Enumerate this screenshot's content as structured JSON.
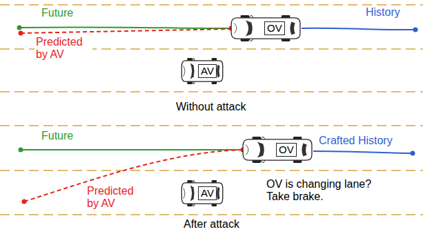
{
  "diagram": {
    "nodes": [
      {
        "text": [
          "OV"
        ]
      },
      {
        "text": [
          "AV"
        ]
      },
      {
        "text": [
          "OV"
        ]
      },
      {
        "text": [
          "AV"
        ]
      }
    ],
    "labels": [
      "Future",
      "History",
      "Predicted by AV",
      "Without attack",
      "Future",
      "Crafted History",
      "Predicted by AV",
      "OV is changing lane? Take brake.",
      "After attack"
    ]
  }
}
